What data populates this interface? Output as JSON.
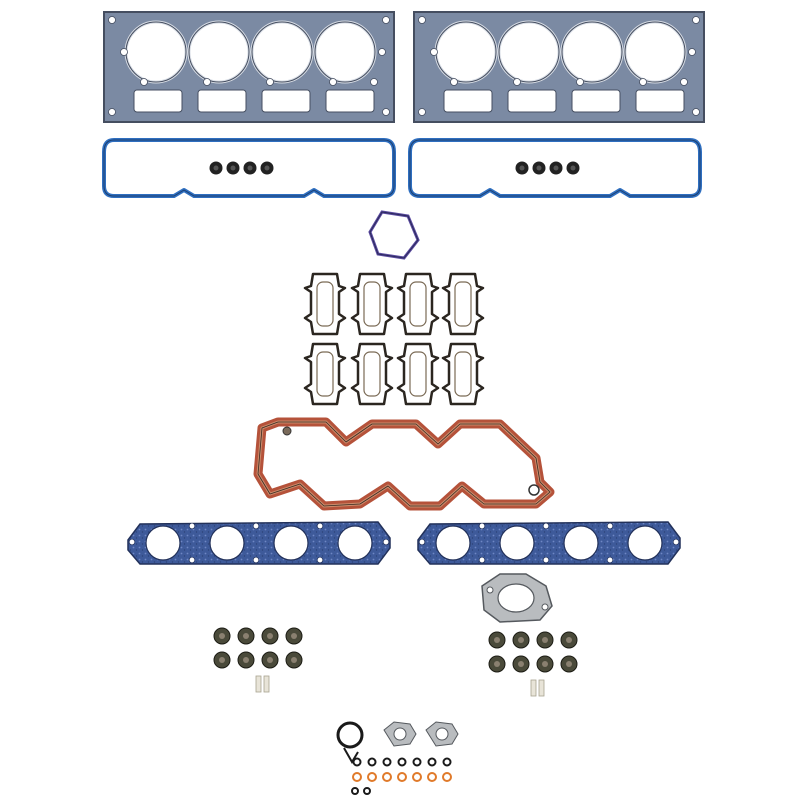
{
  "photo": {
    "colors": {
      "background": "#ffffff",
      "head_gasket_fill": "#7b8aa3",
      "head_gasket_edge": "#454e60",
      "valve_cover_blue": "#2f6fc0",
      "seal_black": "#222222",
      "seal_olive": "#4a4a3a",
      "intake_dark": "#2b2620",
      "valley_red": "#b5523a",
      "valley_tan": "#c98a6a",
      "exhaust_blue": "#3e5a9a",
      "exhaust_speckle": "#6e86c4",
      "steel": "#b9bcbf",
      "dowel_cream": "#e8e4d8",
      "oring_orange": "#e07a2a",
      "oring_black": "#1a1a1a",
      "oring_purple": "#5b4aa0"
    },
    "counts": {
      "head_gaskets": 2,
      "valve_cover_gaskets": 2,
      "plug_tube_seals_per_cover": 4,
      "intake_gaskets": 8,
      "exhaust_manifold_gaskets": 2,
      "valve_stem_seals_per_side": 8
    }
  }
}
